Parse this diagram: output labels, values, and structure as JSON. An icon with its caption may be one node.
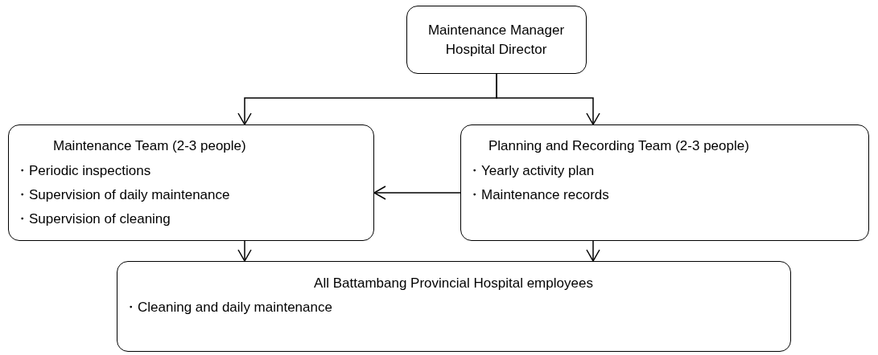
{
  "diagram": {
    "nodes": [
      {
        "text": [
          "Maintenance Manager",
          "Hospital Director"
        ]
      },
      {
        "text": [
          "Maintenance Team (2-3 people)",
          "・Periodic inspections",
          "・Supervision of daily maintenance",
          "・Supervision of cleaning"
        ]
      },
      {
        "text": [
          "Planning and Recording Team (2-3 people)",
          "・Yearly activity plan",
          "・Maintenance records"
        ]
      },
      {
        "text": [
          "All Battambang Provincial Hospital employees",
          "・Cleaning and daily maintenance"
        ]
      }
    ],
    "edges": [
      {
        "from": 0,
        "to": 1,
        "arrow": "to"
      },
      {
        "from": 0,
        "to": 2,
        "arrow": "to"
      },
      {
        "from": 2,
        "to": 1,
        "arrow": "to"
      },
      {
        "from": 1,
        "to": 3,
        "arrow": "to"
      },
      {
        "from": 2,
        "to": 3,
        "arrow": "to"
      }
    ]
  }
}
